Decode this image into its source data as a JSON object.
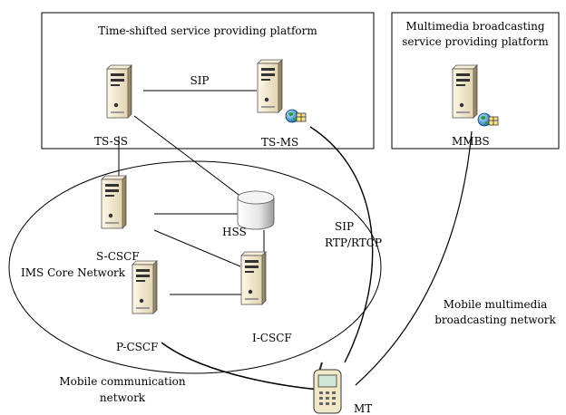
{
  "platforms": {
    "ts": {
      "title": "Time-shifted service providing platform"
    },
    "mb": {
      "title_line1": "Multimedia broadcasting",
      "title_line2": "service providing platform"
    }
  },
  "nodes": {
    "ts_ss": "TS-SS",
    "ts_ms": "TS-MS",
    "mmbs": "MMBS",
    "s_cscf": "S-CSCF",
    "p_cscf": "P-CSCF",
    "i_cscf": "I-CSCF",
    "hss": "HSS",
    "mt": "MT"
  },
  "links": {
    "sip": "SIP",
    "sip2": "SIP",
    "rtp": "RTP/RTCP"
  },
  "networks": {
    "ims_core": "IMS Core Network",
    "mobile_comm_line1": "Mobile communication",
    "mobile_comm_line2": "network",
    "mobile_mm_line1": "Mobile multimedia",
    "mobile_mm_line2": "broadcasting network"
  }
}
